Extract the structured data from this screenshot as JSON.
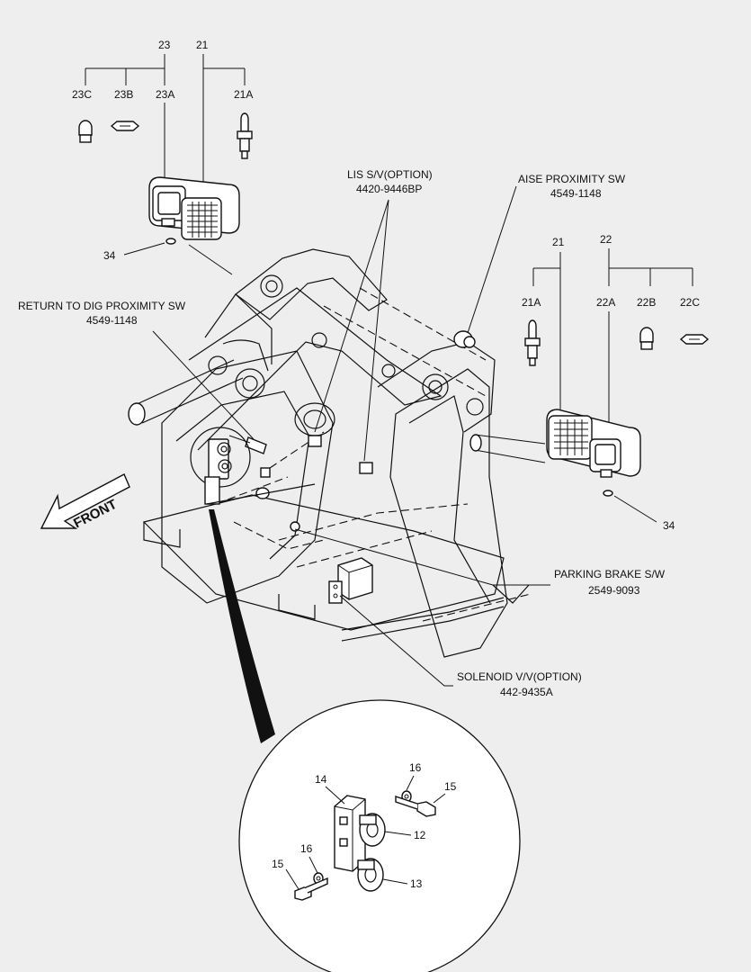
{
  "labels": {
    "p23": "23",
    "p21_left": "21",
    "p23c": "23C",
    "p23b": "23B",
    "p23a": "23A",
    "p21a_left": "21A",
    "p34_left": "34",
    "lis_title": "LIS S/V(OPTION)",
    "lis_part": "4420-9446BP",
    "aise_title": "AISE PROXIMITY SW",
    "aise_part": "4549-1148",
    "p21_right": "21",
    "p22": "22",
    "p21a_right": "21A",
    "p22a": "22A",
    "p22b": "22B",
    "p22c": "22C",
    "rtd_title": "RETURN TO DIG PROXIMITY SW",
    "rtd_part": "4549-1148",
    "front": "FRONT",
    "p34_right": "34",
    "pb_title": "PARKING BRAKE S/W",
    "pb_part": "2549-9093",
    "sol_title": "SOLENOID V/V(OPTION)",
    "sol_part": "442-9435A",
    "d16_top": "16",
    "d14": "14",
    "d15_right": "15",
    "d12": "12",
    "d16_left": "16",
    "d15_left": "15",
    "d13": "13"
  },
  "colors": {
    "line": "#111111",
    "background": "#eeeeee",
    "part_fill": "#ffffff"
  }
}
